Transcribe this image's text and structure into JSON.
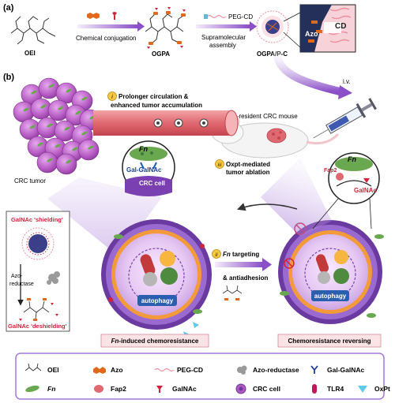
{
  "panel_a": {
    "label": "(a)",
    "oei": "OEI",
    "ogpa": "OGPA",
    "ogpa_pc": "OGPA/P-C",
    "step1": "Chemical conjugation",
    "peg_cd": "PEG-CD",
    "step2_line1": "Supramolecular",
    "step2_line2": "assembly",
    "azo": "Azo",
    "cd": "CD"
  },
  "panel_b": {
    "label": "(b)",
    "iv": "i.v.",
    "mouse_a": "Fn",
    "mouse_b": "-resident CRC mouse",
    "crc_tumor": "CRC tumor",
    "step_i_num": "i",
    "step_i_line1": "Prolonger circulation &",
    "step_i_line2": "enhanced tumor accumulation",
    "step_ii_num": "ii",
    "step_ii_line1a": "Fn",
    "step_ii_line1b": " targeting",
    "step_ii_line2": "& antiadhesion",
    "step_iii_num": "iii",
    "step_iii_line1": "Oxpt-mediated",
    "step_iii_line2": "tumor ablation",
    "zoom_left_fn": "Fn",
    "zoom_left_galgalnac": "Gal-GalNAc",
    "zoom_left_crc": "CRC cell",
    "zoom_right_fn": "Fn",
    "zoom_right_fap2": "Fap2",
    "zoom_right_galnac": "GalNAc",
    "shield_title": "GalNAc 'shielding'",
    "azo_red_1": "Azo-",
    "azo_red_2": "reductase",
    "deshield_title": "GalNAc 'deshielding'",
    "autophagy_left": "autophagy",
    "autophagy_right": "autophagy",
    "box_left_a": "Fn",
    "box_left_b": "-induced chemoresistance",
    "box_right": "Chemoresistance reversing"
  },
  "legend": {
    "items": [
      {
        "label": "OEI",
        "icon": "oei-icon"
      },
      {
        "label": "Azo",
        "icon": "azo-icon"
      },
      {
        "label": "PEG-CD",
        "icon": "peg-cd-icon"
      },
      {
        "label": "Azo-reductase",
        "icon": "azo-reductase-icon"
      },
      {
        "label": "Gal-GalNAc",
        "icon": "gal-galnac-icon"
      },
      {
        "label": "Fn",
        "icon": "fn-bacterium-icon"
      },
      {
        "label": "Fap2",
        "icon": "fap2-icon"
      },
      {
        "label": "GalNAc",
        "icon": "galnac-icon"
      },
      {
        "label": "CRC cell",
        "icon": "crc-cell-icon"
      },
      {
        "label": "TLR4",
        "icon": "tlr4-icon"
      },
      {
        "label": "OxPt",
        "icon": "oxpt-icon"
      }
    ]
  },
  "colors": {
    "accent_purple": "#8b4fc8",
    "azo_orange": "#e06a1b",
    "cd_pink": "#f08fa0",
    "tumor_magenta": "#b357c0",
    "vessel_red": "#e06870",
    "text_red": "#d0233b",
    "legend_border": "#a678d8",
    "bacteria_green": "#6aa84f"
  }
}
